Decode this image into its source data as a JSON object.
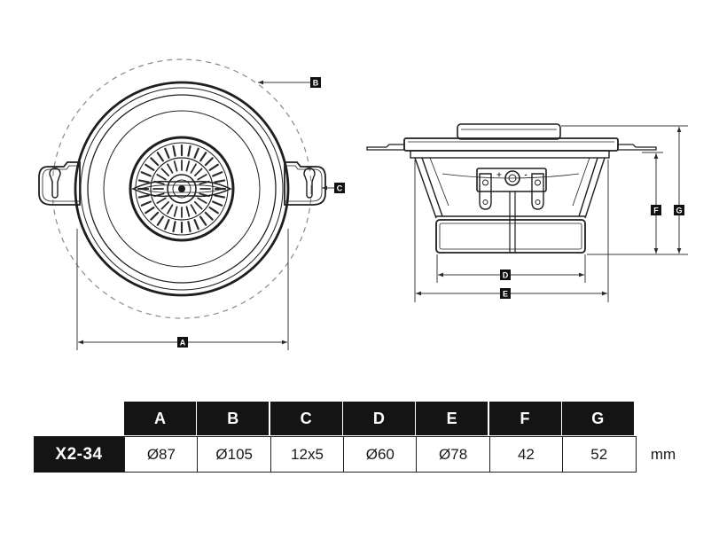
{
  "diagram": {
    "callouts": {
      "A": "A",
      "B": "B",
      "C": "C",
      "D": "D",
      "E": "E",
      "F": "F",
      "G": "G"
    },
    "terminal_marks": {
      "positive": "+",
      "negative": "-"
    }
  },
  "table": {
    "headers": [
      "A",
      "B",
      "C",
      "D",
      "E",
      "F",
      "G"
    ],
    "model": "X2-34",
    "values": [
      "Ø87",
      "Ø105",
      "12x5",
      "Ø60",
      "Ø78",
      "42",
      "52"
    ],
    "unit": "mm"
  },
  "colors": {
    "line": "#1e1e1e",
    "label_fill": "#111111",
    "label_text": "#ffffff",
    "dashed_outline": "#8a8a8a"
  }
}
